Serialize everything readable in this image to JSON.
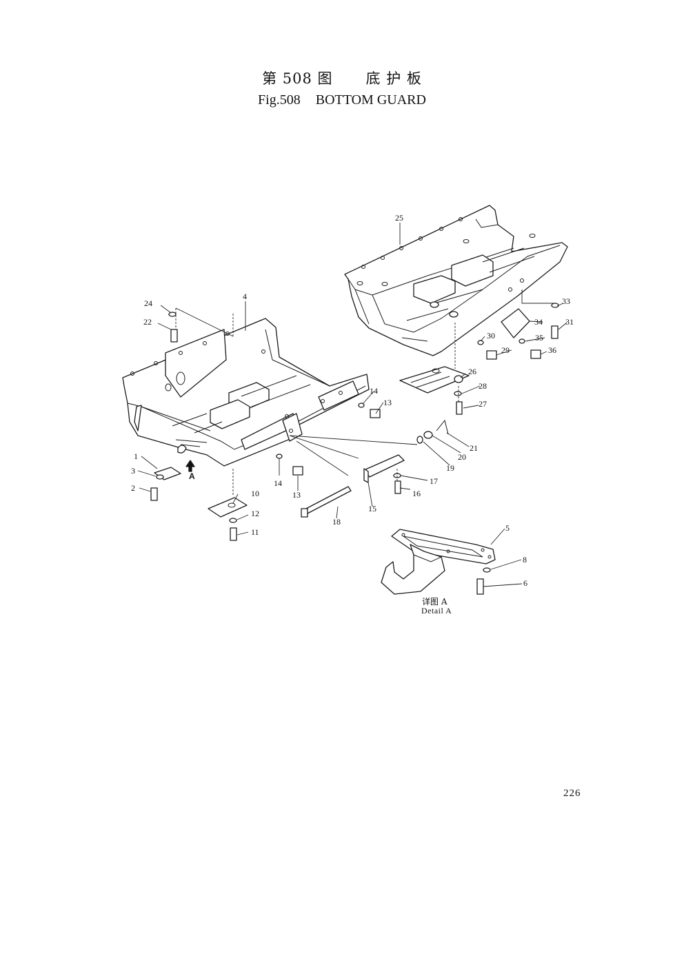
{
  "header": {
    "title_cn_prefix": "第 508 图",
    "title_cn_name": "底 护 板",
    "title_en_prefix": "Fig.508",
    "title_en_name": "BOTTOM GUARD"
  },
  "detail": {
    "label_cn": "详图 A",
    "label_en": "Detail A"
  },
  "view_marker": "A",
  "page_number": "226",
  "callouts": [
    "1",
    "2",
    "3",
    "4",
    "5",
    "6",
    "8",
    "10",
    "11",
    "12",
    "13",
    "13",
    "14",
    "14",
    "15",
    "16",
    "17",
    "18",
    "19",
    "20",
    "21",
    "22",
    "24",
    "25",
    "26",
    "27",
    "28",
    "29",
    "30",
    "31",
    "33",
    "34",
    "35",
    "36"
  ]
}
